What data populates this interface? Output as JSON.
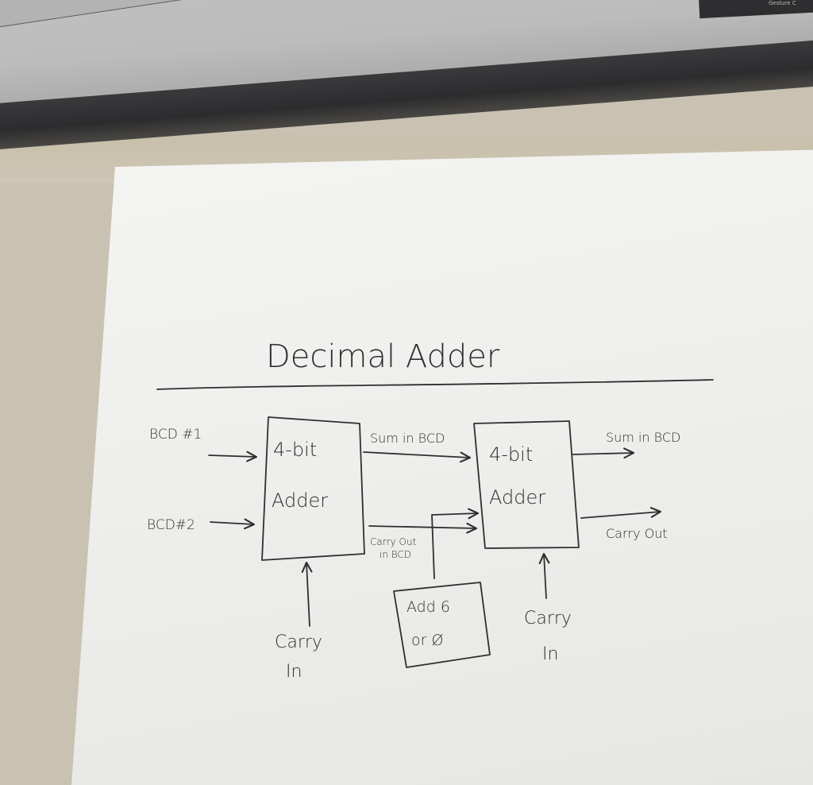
{
  "photo": {
    "background_objects": {
      "laptop_trackpad": "trackpad",
      "corner_device_label": "Gesture C"
    },
    "colors": {
      "desk": "#c9c1b2",
      "paper": "#eeeeec",
      "ink": "#2f2f2f",
      "laptop": "#bcbcbc"
    }
  },
  "diagram": {
    "title": "Decimal Adder",
    "inputs": {
      "bcd1": "BCD #1",
      "bcd2": "BCD#2"
    },
    "blocks": [
      {
        "id": "adder1",
        "line1": "4-bit",
        "line2": "Adder"
      },
      {
        "id": "adder2",
        "line1": "4-bit",
        "line2": "Adder"
      },
      {
        "id": "correction",
        "line1": "Add 6",
        "line2": "or Ø"
      }
    ],
    "wires": {
      "sum_mid": "Sum in BCD",
      "carry_mid_line1": "Carry Out",
      "carry_mid_line2": "in BCD",
      "sum_out": "Sum in BCD",
      "carry_out": "Carry Out",
      "carry_in1_line1": "Carry",
      "carry_in1_line2": "In",
      "carry_in2_line1": "Carry",
      "carry_in2_line2": "In"
    }
  }
}
